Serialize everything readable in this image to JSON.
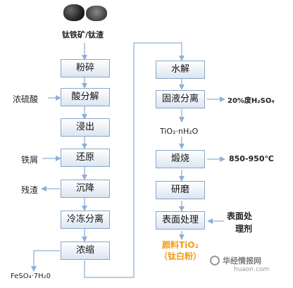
{
  "diagram": {
    "raw_material_label": "钛铁矿/钛渣",
    "left_column": [
      "粉碎",
      "酸分解",
      "浸出",
      "还原",
      "沉降",
      "冷冻分离",
      "浓缩"
    ],
    "right_column": [
      "水解",
      "固液分离",
      "煅烧",
      "研磨",
      "表面处理"
    ],
    "inputs": {
      "acid": "浓硫酸",
      "iron_scrap": "铁屑",
      "surface_agent_line1": "表面处",
      "surface_agent_line2": "理剂"
    },
    "byproducts": {
      "residue": "残渣",
      "ferrous_sulfate": "FeSO₄·7H₂0",
      "waste_acid": "20%废H₂SO₄",
      "intermediate": "TiO₂·nH₂O",
      "calcination_temp": "850-950℃"
    },
    "product_line1": "颜料TiO₂",
    "product_line2": "（钛白粉）"
  },
  "watermark": {
    "brand": "华经情报网",
    "url": "huaon.com"
  },
  "colors": {
    "box_border": "#8aa6c6",
    "arrow": "#8eb0d8",
    "product": "#f39c12"
  }
}
